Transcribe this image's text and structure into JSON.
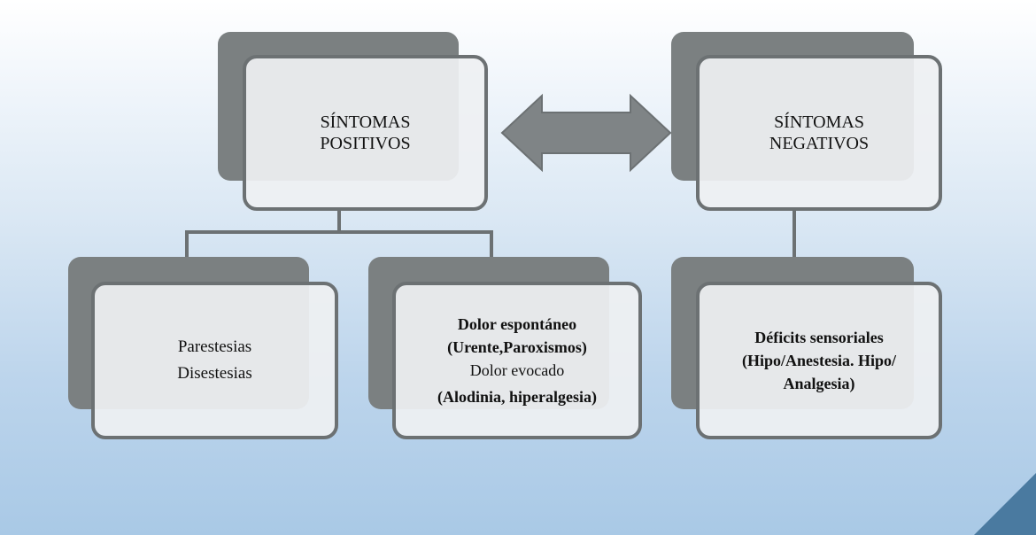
{
  "diagram": {
    "positive": {
      "title_line1": "SÍNTOMAS",
      "title_line2": "POSITIVOS"
    },
    "negative": {
      "title_line1": "SÍNTOMAS",
      "title_line2": "NEGATIVOS"
    },
    "paresthesias": {
      "line1": "Parestesias",
      "line2": "Disestesias"
    },
    "pain": {
      "line1": "Dolor espontáneo",
      "line2": "(Urente,Paroxismos)",
      "line3": "Dolor evocado",
      "line4": "(Alodinia, hiperalgesia)"
    },
    "deficits": {
      "line1": "Déficits sensoriales",
      "line2": "(Hipo/Anestesia. Hipo/",
      "line3": "Analgesia)"
    }
  },
  "colors": {
    "shadow": "#7b8081",
    "border": "#6c7173",
    "arrow": "#7f8486",
    "corner": "#4a7aa0"
  }
}
